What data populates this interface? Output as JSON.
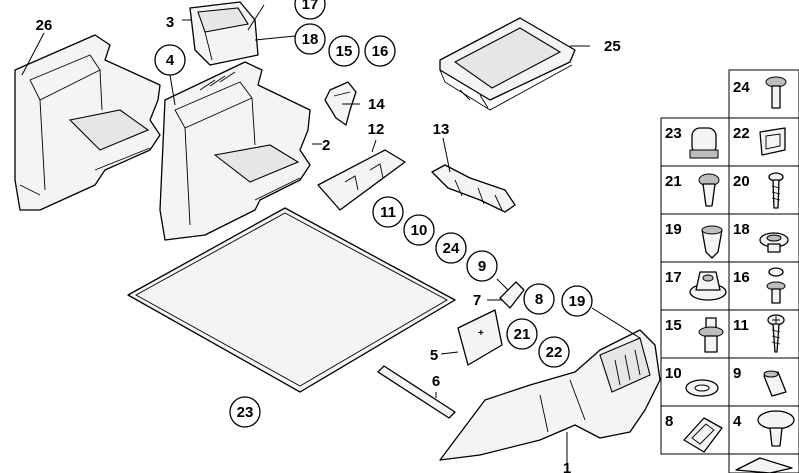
{
  "diagram": {
    "part_numbers": {
      "p1": "1",
      "p2": "2",
      "p3": "3",
      "p4": "4",
      "p5": "5",
      "p6": "6",
      "p7": "7",
      "p8": "8",
      "p9": "9",
      "p10": "10",
      "p11": "11",
      "p12": "12",
      "p13": "13",
      "p14": "14",
      "p15": "15",
      "p16": "16",
      "p17": "17",
      "p18": "18",
      "p19": "19",
      "p21": "21",
      "p22": "22",
      "p23": "23",
      "p24": "24",
      "p25": "25",
      "p26": "26"
    },
    "grid": {
      "c24": "24",
      "c23": "23",
      "c22": "22",
      "c21": "21",
      "c20": "20",
      "c19": "19",
      "c18": "18",
      "c17": "17",
      "c16": "16",
      "c15": "15",
      "c11": "11",
      "c10": "10",
      "c9": "9",
      "c8": "8",
      "c4": "4"
    }
  }
}
